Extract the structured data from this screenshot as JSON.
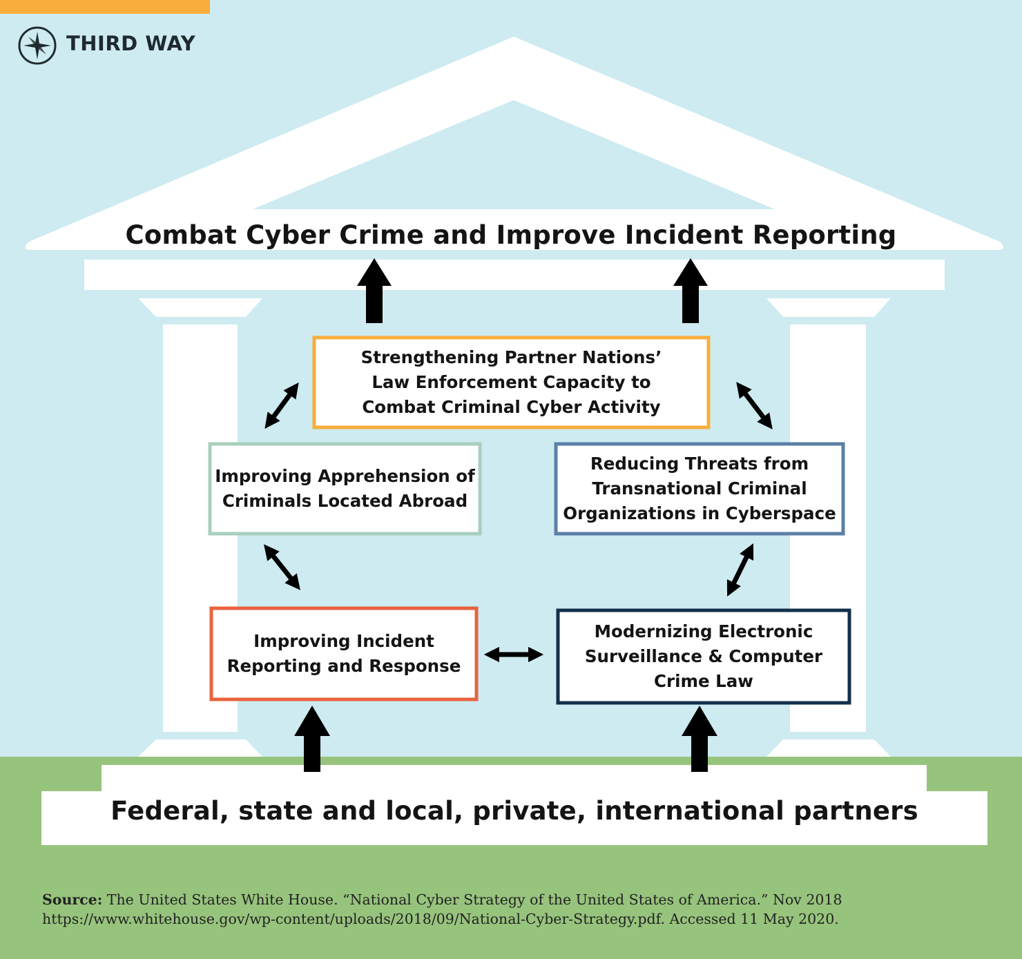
{
  "brand": {
    "name": "THIRD WAY",
    "accent_color": "#f9ad3c"
  },
  "roof_title": "Combat Cyber Crime and Improve Incident Reporting",
  "base_title": "Federal, state and local, private, international partners",
  "boxes": [
    {
      "id": "partner-nations",
      "text": "Strengthening Partner Nations’\nLaw Enforcement Capacity to\nCombat Criminal Cyber Activity",
      "border_color": "#f9ad3c"
    },
    {
      "id": "apprehension",
      "text": "Improving Apprehension of\nCriminals Located Abroad",
      "border_color": "#a8cfbd"
    },
    {
      "id": "transnational",
      "text": "Reducing Threats from\nTransnational Criminal\nOrganizations in Cyberspace",
      "border_color": "#5b7fa6"
    },
    {
      "id": "incident-reporting",
      "text": "Improving Incident\nReporting and Response",
      "border_color": "#e9623f"
    },
    {
      "id": "surveillance",
      "text": "Modernizing Electronic\nSurveillance & Computer\nCrime Law",
      "border_color": "#13304a"
    }
  ],
  "source": {
    "label": "Source:",
    "line1": " The United States White House. “National Cyber Strategy of the United States of America.” Nov 2018",
    "line2": "https://www.whitehouse.gov/wp-content/uploads/2018/09/National-Cyber-Strategy.pdf. Accessed 11 May 2020."
  },
  "colors": {
    "sky": "#cdebf1",
    "grass": "#97c47d",
    "building": "#ffffff"
  }
}
